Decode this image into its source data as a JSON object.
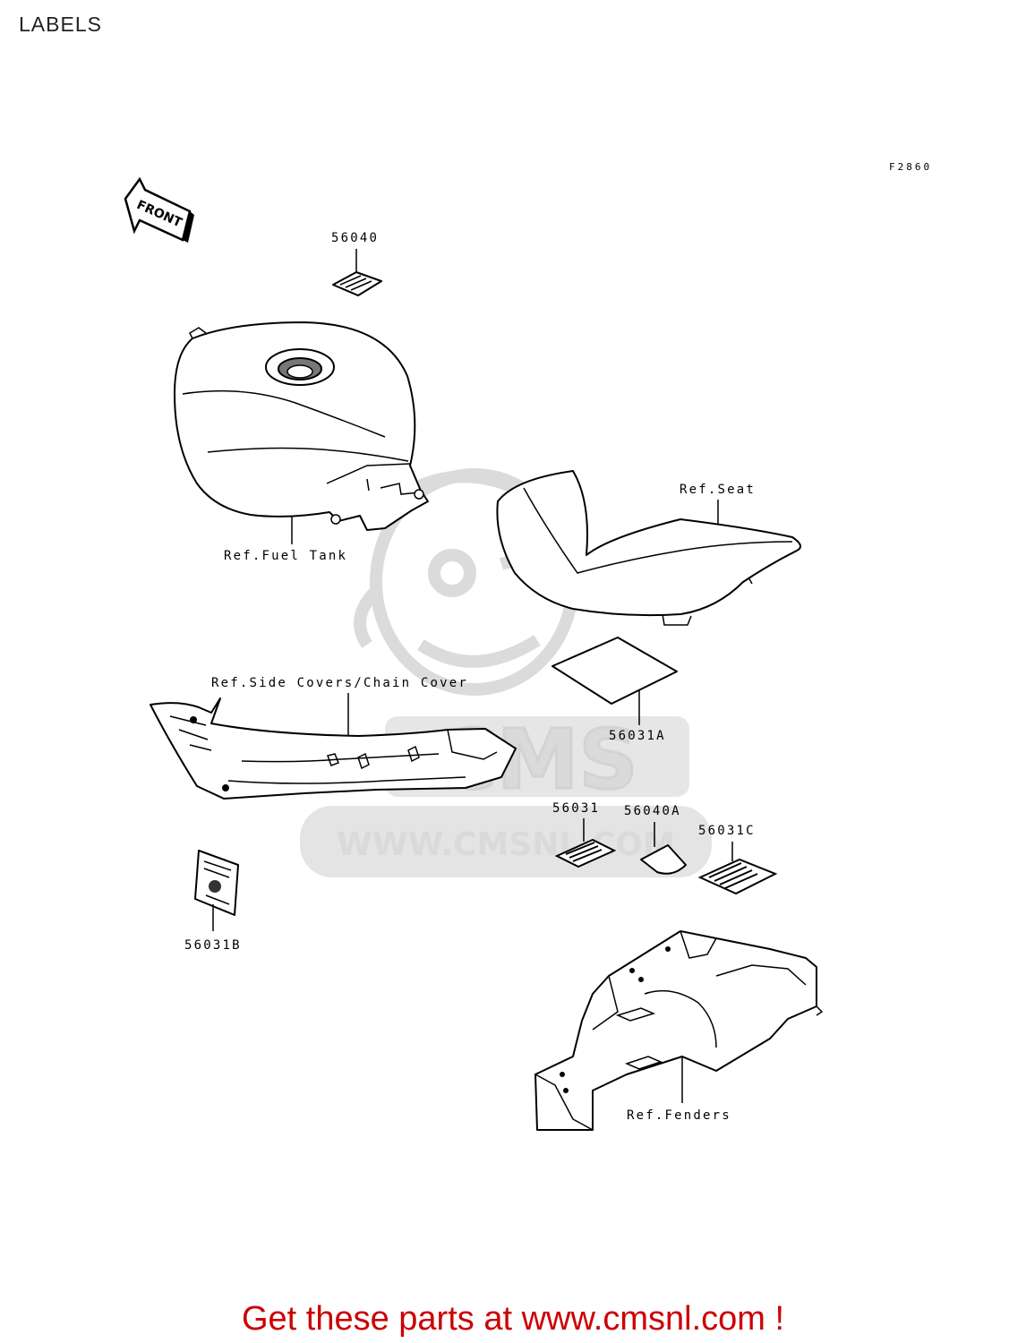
{
  "page": {
    "title": "LABELS"
  },
  "diagram": {
    "figure_code": "F2860",
    "front_arrow": "FRONT",
    "labels": {
      "part_56040": "56040",
      "ref_fuel_tank": "Ref.Fuel Tank",
      "ref_seat": "Ref.Seat",
      "ref_side_covers": "Ref.Side Covers/Chain Cover",
      "part_56031A": "56031A",
      "part_56031": "56031",
      "part_56040A": "56040A",
      "part_56031C": "56031C",
      "part_56031B": "56031B",
      "ref_fenders": "Ref.Fenders"
    }
  },
  "watermark": {
    "brand": "CMS",
    "url": "WWW.CMSNL.COM"
  },
  "banner": {
    "text": "Get these parts at www.cmsnl.com !"
  }
}
